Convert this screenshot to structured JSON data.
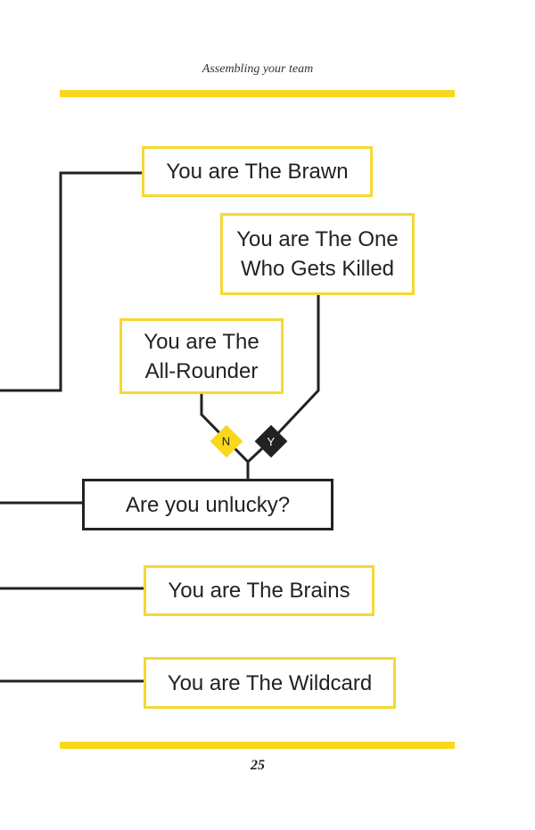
{
  "header": {
    "running_title": "Assembling your team"
  },
  "flowchart": {
    "outcomes": {
      "brawn": "You are The Brawn",
      "one_who_gets_killed_line1": "You are The One",
      "one_who_gets_killed_line2": "Who Gets Killed",
      "all_rounder_line1": "You are The",
      "all_rounder_line2": "All-Rounder",
      "brains": "You are The Brains",
      "wildcard": "You are The Wildcard"
    },
    "question": "Are you unlucky?",
    "branches": {
      "no": "N",
      "yes": "Y"
    },
    "colors": {
      "accent": "#f9d71c",
      "line": "#222222",
      "box_border": "#f5d833"
    }
  },
  "footer": {
    "page_number": "25"
  }
}
